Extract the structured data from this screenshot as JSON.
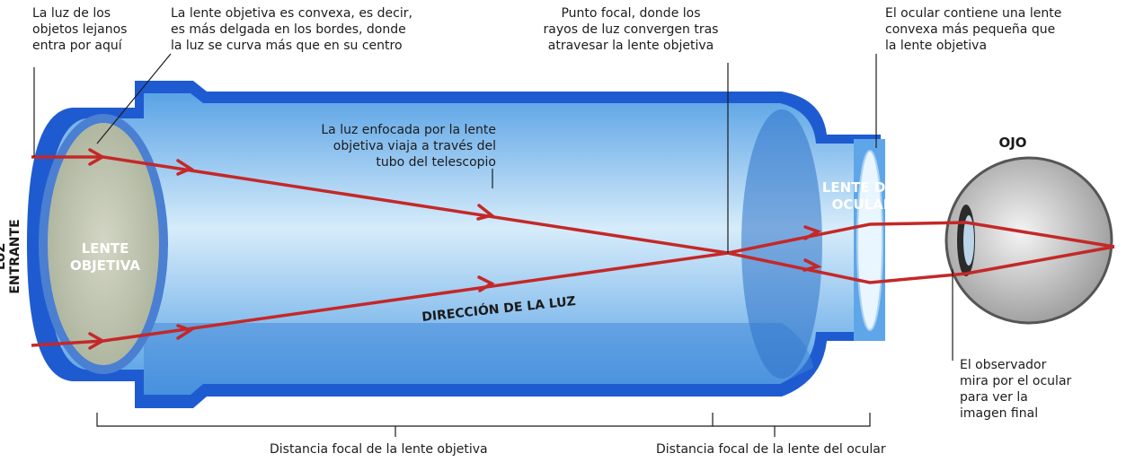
{
  "annotations": {
    "incoming_light": "La luz de los\nobjetos lejanos\nentra por aquí",
    "objective_lens_convex": "La lente objetiva es convexa, es decir,\nes más delgada en los bordes, donde\nla luz se curva más que en su centro",
    "focal_point": "Punto focal, donde los\nrayos de luz convergen tras\natravesar la lente objetiva",
    "eyepiece_lens": "El ocular contiene una lente\nconvexa más pequeña que\nla lente objetiva",
    "focused_light": "La luz enfocada por la lente\nobjetiva viaja a través del\ntubo del telescopio",
    "observer": "El observador\nmira por el ocular\npara ver la\nimagen final"
  },
  "labels": {
    "luz_entrante": "LUZ ENTRANTE",
    "lente_objetiva": "LENTE\nOBJETIVA",
    "lente_ocular": "LENTE DEL\nOCULAR",
    "direccion_luz": "DIRECCIÓN DE LA LUZ",
    "ojo": "OJO"
  },
  "measures": {
    "objective_focal_distance": "Distancia focal de la lente objetiva",
    "eyepiece_focal_distance": "Distancia focal de la lente del ocular"
  },
  "colors": {
    "tube_blue": "#1f5bd0",
    "tube_light": "#6fb7ec",
    "ray_red": "#c42828",
    "lens_fill": "#c9cfb8"
  }
}
